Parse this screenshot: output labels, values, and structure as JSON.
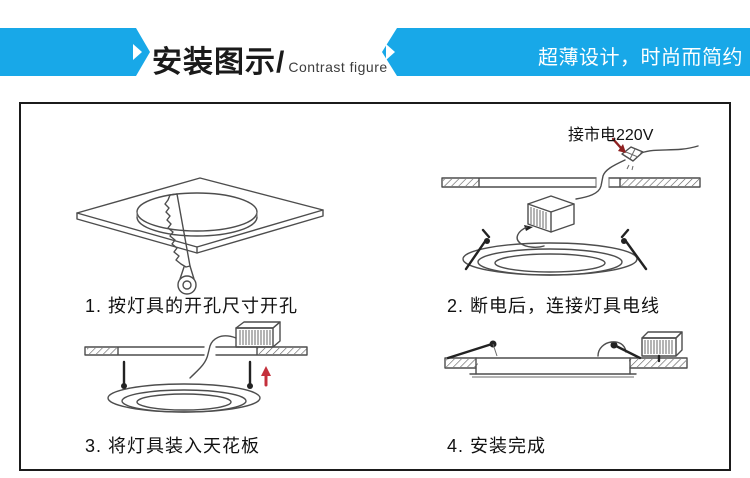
{
  "header": {
    "title_cn": "安装图示/",
    "title_en": "Contrast figure",
    "tagline": "超薄设计，时尚而简约"
  },
  "colors": {
    "accent_blue": "#18a8e8",
    "arrow_dark_red": "#8e2020",
    "arrow_red": "#c4303c",
    "line_gray": "#4d4d4d"
  },
  "diagram": {
    "mains_label": "接市电220V",
    "steps": [
      {
        "caption": "1. 按灯具的开孔尺寸开孔"
      },
      {
        "caption": "2. 断电后，连接灯具电线"
      },
      {
        "caption": "3. 将灯具装入天花板"
      },
      {
        "caption": "4. 安装完成"
      }
    ]
  }
}
